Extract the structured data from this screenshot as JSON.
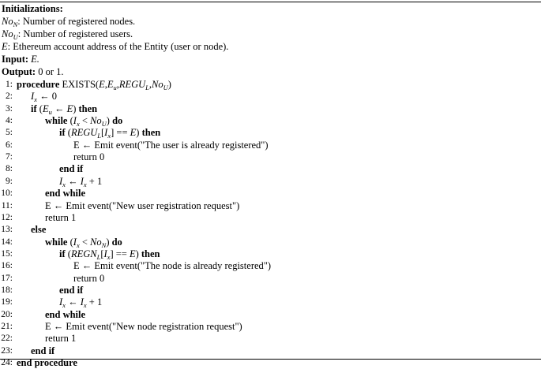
{
  "header": {
    "title": "Initializations:",
    "items": [
      {
        "sym_main": "No",
        "sym_sub": "N",
        "text": ": Number of registered nodes."
      },
      {
        "sym_main": "No",
        "sym_sub": "U",
        "text": ": Number of registered users."
      },
      {
        "sym_main": "E",
        "sym_sub": "",
        "text": ": Ethereum account address of the Entity (user or node)."
      }
    ],
    "input_label": "Input:",
    "input_value": " E.",
    "output_label": "Output:",
    "output_value": " 0 or 1."
  },
  "lines": [
    {
      "n": "1:",
      "html": "<b>procedure</b> EXISTS(<i>E</i>,<i>E<sub>u</sub></i>,<i>REGU<sub>L</sub></i>,<i>No<sub>U</sub></i>)"
    },
    {
      "n": "2:",
      "html": "<i>I<sub>x</sub></i> ← 0"
    },
    {
      "n": "3:",
      "html": "<b>if</b> (<i>E<sub>u</sub></i> ← <i>E</i>) <b>then</b>"
    },
    {
      "n": "4:",
      "html": "<b>while</b> (<i>I<sub>x</sub></i> &lt; <i>No<sub>U</sub></i>) <b>do</b>"
    },
    {
      "n": "5:",
      "html": "<b>if</b> (<i>REGU<sub>L</sub></i>[<i>I<sub>x</sub></i>] == <i>E</i>) <b>then</b>"
    },
    {
      "n": "6:",
      "html": "E ← Emit event(\"The user is already registered\")"
    },
    {
      "n": "7:",
      "html": "return 0"
    },
    {
      "n": "8:",
      "html": "<b>end if</b>"
    },
    {
      "n": "9:",
      "html": "<i>I<sub>x</sub></i> ← <i>I<sub>x</sub></i> + 1"
    },
    {
      "n": "10:",
      "html": "<b>end while</b>"
    },
    {
      "n": "11:",
      "html": "E ← Emit event(\"New user registration request\")"
    },
    {
      "n": "12:",
      "html": "return 1"
    },
    {
      "n": "13:",
      "html": "<b>else</b>"
    },
    {
      "n": "14:",
      "html": "<b>while</b> (<i>I<sub>x</sub></i> &lt; <i>No<sub>N</sub></i>) <b>do</b>"
    },
    {
      "n": "15:",
      "html": "<b>if</b> (<i>REGN<sub>L</sub></i>[<i>I<sub>x</sub></i>] == <i>E</i>) <b>then</b>"
    },
    {
      "n": "16:",
      "html": "E ← Emit event(\"The node is already registered\")"
    },
    {
      "n": "17:",
      "html": "return 0"
    },
    {
      "n": "18:",
      "html": "<b>end if</b>"
    },
    {
      "n": "19:",
      "html": "<i>I<sub>x</sub></i> ← <i>I<sub>x</sub></i> + 1"
    },
    {
      "n": "20:",
      "html": "<b>end while</b>"
    },
    {
      "n": "21:",
      "html": "E ← Emit event(\"New node registration request\")"
    },
    {
      "n": "22:",
      "html": "return 1"
    },
    {
      "n": "23:",
      "html": "<b>end if</b>"
    },
    {
      "n": "24:",
      "html": "<b>end procedure</b>"
    }
  ]
}
